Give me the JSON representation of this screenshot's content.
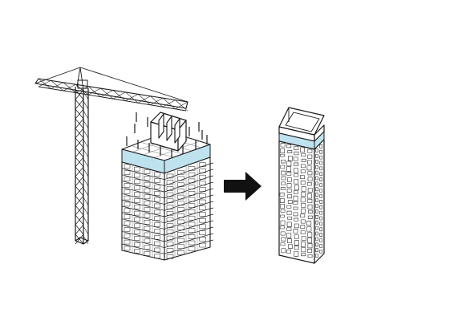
{
  "colors": {
    "background": "#ffffff",
    "line": "#1a1a1a",
    "light_line": "#7a7a7a",
    "band": "#bfe2ef",
    "arrow": "#111111"
  },
  "elements": {
    "crane": "tower-crane",
    "building_under_construction": "building-under-construction",
    "arrow": "right-arrow-icon",
    "completed_tower": "completed-tower"
  }
}
